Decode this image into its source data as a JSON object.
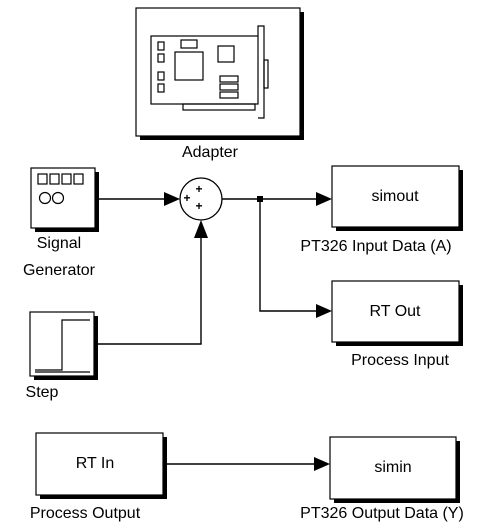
{
  "blocks": {
    "adapter": {
      "label": "Adapter"
    },
    "signal_generator": {
      "label_line1": "Signal",
      "label_line2": "Generator"
    },
    "sum": {
      "sign_top": "+",
      "sign_left": "+",
      "sign_bottom": "+"
    },
    "simout": {
      "text": "simout",
      "label": "PT326 Input Data (A)"
    },
    "rt_out": {
      "text": "RT Out",
      "label": "Process Input"
    },
    "step": {
      "label": "Step"
    },
    "rt_in": {
      "text": "RT In",
      "label": "Process Output"
    },
    "simin": {
      "text": "simin",
      "label": "PT326 Output Data (Y)"
    }
  },
  "colors": {
    "line": "#000000",
    "background": "#ffffff"
  }
}
